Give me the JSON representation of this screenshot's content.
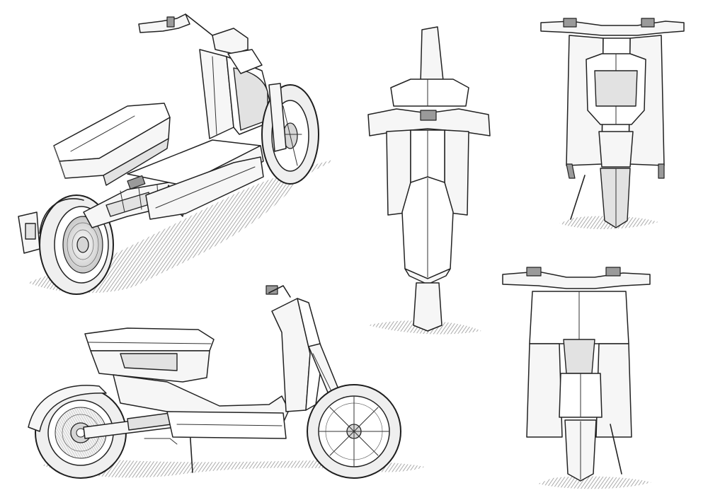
{
  "sheet": {
    "subject": "scooter",
    "views": [
      {
        "id": "perspective-rear",
        "label": ""
      },
      {
        "id": "side",
        "label": ""
      },
      {
        "id": "top",
        "label": ""
      },
      {
        "id": "front",
        "label": ""
      },
      {
        "id": "rear",
        "label": ""
      }
    ]
  },
  "colors": {
    "background": "#ffffff",
    "ink": "#222222",
    "panel": "#f6f6f6",
    "shade": "#9a9a9a"
  }
}
